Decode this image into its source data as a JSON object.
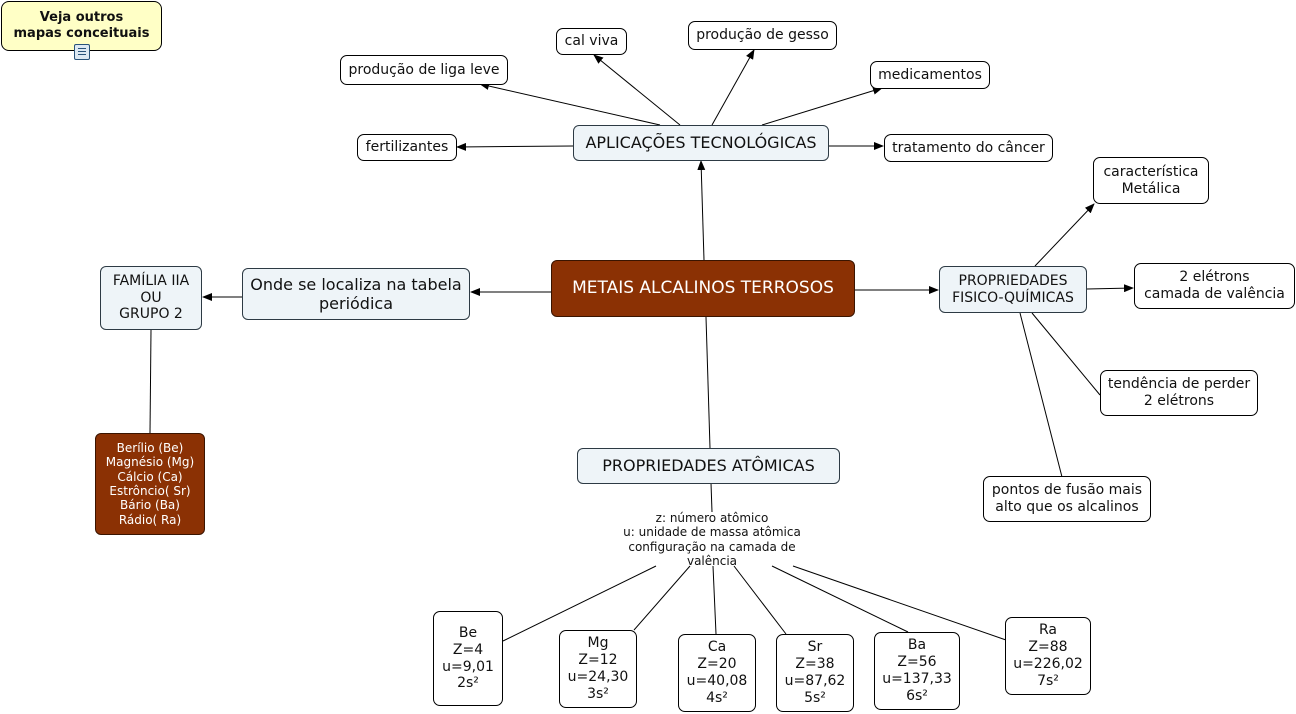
{
  "note": {
    "title": "Veja outros\nmapas conceituais"
  },
  "nodes": {
    "center": "METAIS ALCALINOS TERROSOS",
    "aplicacoes": "APLICAÇÕES TECNOLÓGICAS",
    "localiza": "Onde se localiza na tabela\nperiódica",
    "familia": "FAMÍLIA IIA\nOU\nGRUPO 2",
    "elementos": "Berílio (Be)\nMagnésio (Mg)\nCálcio (Ca)\nEstrôncio( Sr)\nBário (Ba)\nRádio( Ra)",
    "prop_fq": "PROPRIEDADES\nFISICO-QUÍMICAS",
    "prop_at": "PROPRIEDADES ATÔMICAS",
    "liga": "produção de liga leve",
    "cal": "cal viva",
    "gesso": "produção de gesso",
    "medicamentos": "medicamentos",
    "fertilizantes": "fertilizantes",
    "cancer": "tratamento do câncer",
    "metalica": "característica\nMetálica",
    "eletrons": "2 elétrons\ncamada de valência",
    "tendencia": "tendência de perder\n2 elétrons",
    "fusao": "pontos de fusão mais\nalto que os alcalinos",
    "legend": "z: número atômico\nu: unidade de massa atômica\nconfiguração na camada de\nvalência",
    "be": "Be\nZ=4\nu=9,01\n2s²",
    "mg": "Mg\nZ=12\nu=24,30\n3s²",
    "ca": "Ca\nZ=20\nu=40,08\n4s²",
    "sr": "Sr\nZ=38\nu=87,62\n5s²",
    "ba": "Ba\nZ=56\nu=137,33\n6s²",
    "ra": "Ra\nZ=88\nu=226,02\n7s²"
  },
  "colors": {
    "brown": "#8b3104",
    "light": "#eef4f8",
    "note": "#ffffc6"
  }
}
